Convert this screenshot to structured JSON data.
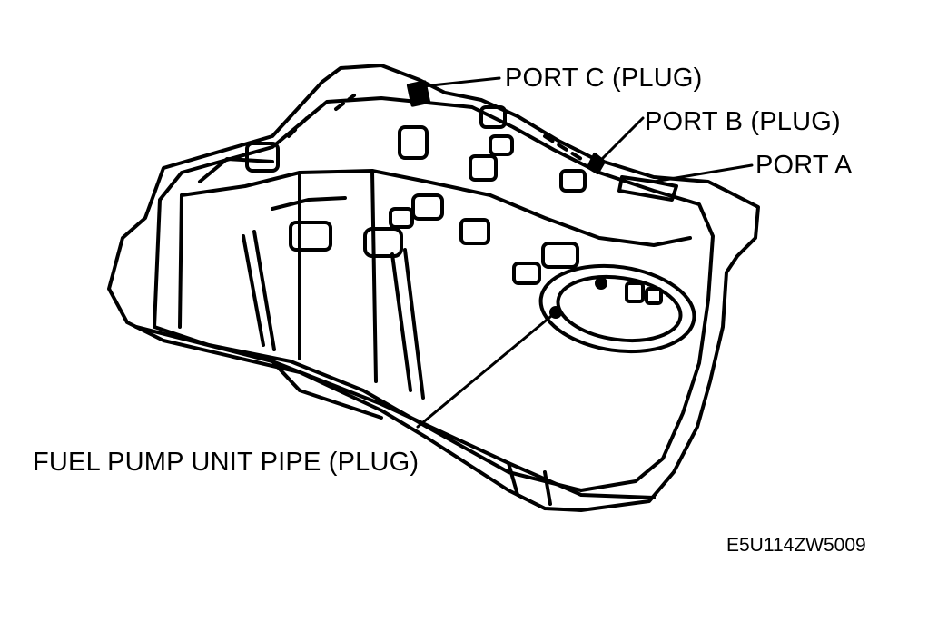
{
  "labels": {
    "port_c": "PORT C (PLUG)",
    "port_b": "PORT B (PLUG)",
    "port_a": "PORT A",
    "fuel_pump": "FUEL PUMP UNIT PIPE (PLUG)"
  },
  "figure_code": "E5U114ZW5009",
  "colors": {
    "ink": "#000000",
    "paper": "#ffffff"
  }
}
